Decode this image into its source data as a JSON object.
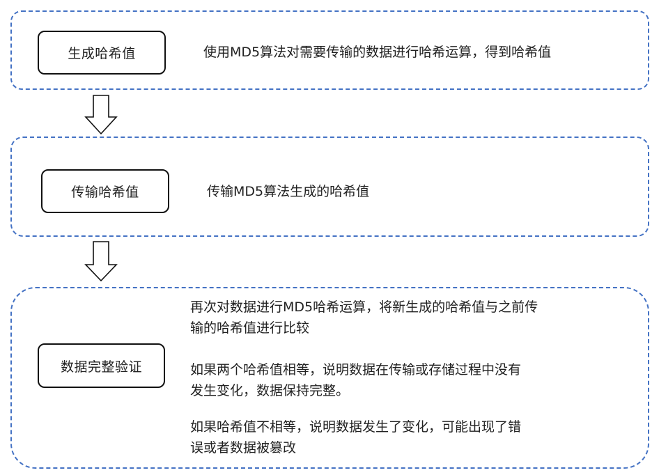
{
  "diagram": {
    "type": "flowchart",
    "direction": "top-to-bottom",
    "colors": {
      "stage_border": "#4472C4",
      "box_border": "#111111",
      "text": "#222222",
      "arrow_stroke": "#111111"
    },
    "stages": [
      {
        "step_label": "生成哈希值",
        "description_lines": [
          "使用MD5算法对需要传输的数据进行哈希运算，得到哈希值"
        ]
      },
      {
        "step_label": "传输哈希值",
        "description_lines": [
          "传输MD5算法生成的哈希值"
        ]
      },
      {
        "step_label": "数据完整验证",
        "paragraphs": [
          {
            "lines": [
              "再次对数据进行MD5哈希运算，将新生成的哈希值与之前传",
              "输的哈希值进行比较"
            ]
          },
          {
            "lines": [
              "如果两个哈希值相等，说明数据在传输或存储过程中没有",
              "发生变化，数据保持完整。"
            ]
          },
          {
            "lines": [
              "如果哈希值不相等，说明数据发生了变化，可能出现了错",
              "误或者数据被篡改"
            ]
          }
        ]
      }
    ],
    "arrows": [
      {
        "from": 0,
        "to": 1,
        "icon": "hollow-down-arrow"
      },
      {
        "from": 1,
        "to": 2,
        "icon": "hollow-down-arrow"
      }
    ]
  }
}
